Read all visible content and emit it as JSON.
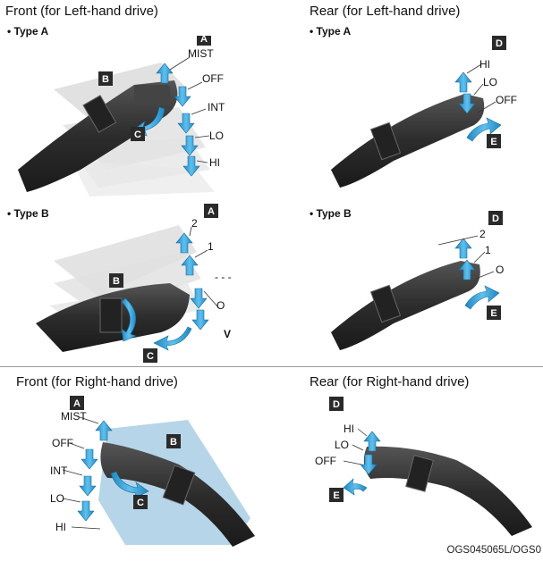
{
  "titles": {
    "front_lhd": "Front (for Left-hand drive)",
    "rear_lhd": "Rear (for Left-hand drive)",
    "front_rhd": "Front (for Right-hand drive)",
    "rear_rhd": "Rear (for Right-hand drive)"
  },
  "subtitles": {
    "type_a": "• Type A",
    "type_b": "• Type B"
  },
  "badges": {
    "a": "A",
    "b": "B",
    "c": "C",
    "d": "D",
    "e": "E"
  },
  "labels": {
    "mist": "MIST",
    "off": "OFF",
    "int": "INT",
    "lo": "LO",
    "hi": "HI",
    "two": "2",
    "one": "1",
    "dash": "- - -",
    "o": "O",
    "v": "V"
  },
  "figure_code": "OGS045065L/OGS0",
  "colors": {
    "arrow": "#3ba6dc",
    "badge": "#2a2a2a",
    "stalk": "#3b3b3b",
    "ghost": "#d6d6d6",
    "rhd_bg": "#9ec7e2"
  }
}
